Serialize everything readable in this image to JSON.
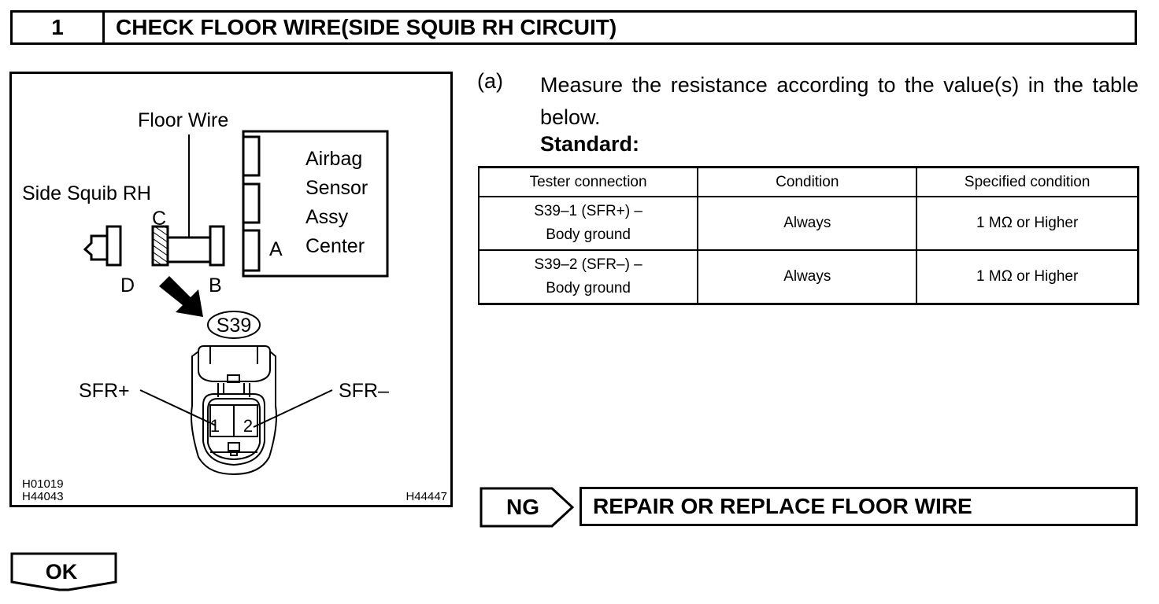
{
  "header": {
    "step_number": "1",
    "title": "CHECK FLOOR WIRE(SIDE SQUIB RH CIRCUIT)"
  },
  "diagram": {
    "labels": {
      "floor_wire": "Floor Wire",
      "side_squib": "Side Squib RH",
      "airbag_line1": "Airbag",
      "airbag_line2": "Sensor",
      "airbag_line3": "Assy",
      "airbag_line4": "Center",
      "conn_a": "A",
      "conn_b": "B",
      "conn_c": "C",
      "conn_d": "D",
      "connector_id": "S39",
      "pin_plus_label": "SFR+",
      "pin_minus_label": "SFR–",
      "pin1": "1",
      "pin2": "2",
      "code1": "H01019",
      "code2": "H44043",
      "code3": "H44447"
    }
  },
  "instruction": {
    "step_label": "(a)",
    "text": "Measure the resistance according to the value(s) in the table below.",
    "standard_label": "Standard:"
  },
  "table": {
    "headers": [
      "Tester connection",
      "Condition",
      "Specified condition"
    ],
    "rows": [
      {
        "connection_line1": "S39–1 (SFR+) –",
        "connection_line2": "Body ground",
        "condition": "Always",
        "specified": "1 MΩ or Higher"
      },
      {
        "connection_line1": "S39–2 (SFR–) –",
        "connection_line2": "Body ground",
        "condition": "Always",
        "specified": "1 MΩ or Higher"
      }
    ]
  },
  "ng_branch": {
    "label": "NG",
    "action": "REPAIR OR REPLACE FLOOR WIRE"
  },
  "ok_branch": {
    "label": "OK"
  }
}
